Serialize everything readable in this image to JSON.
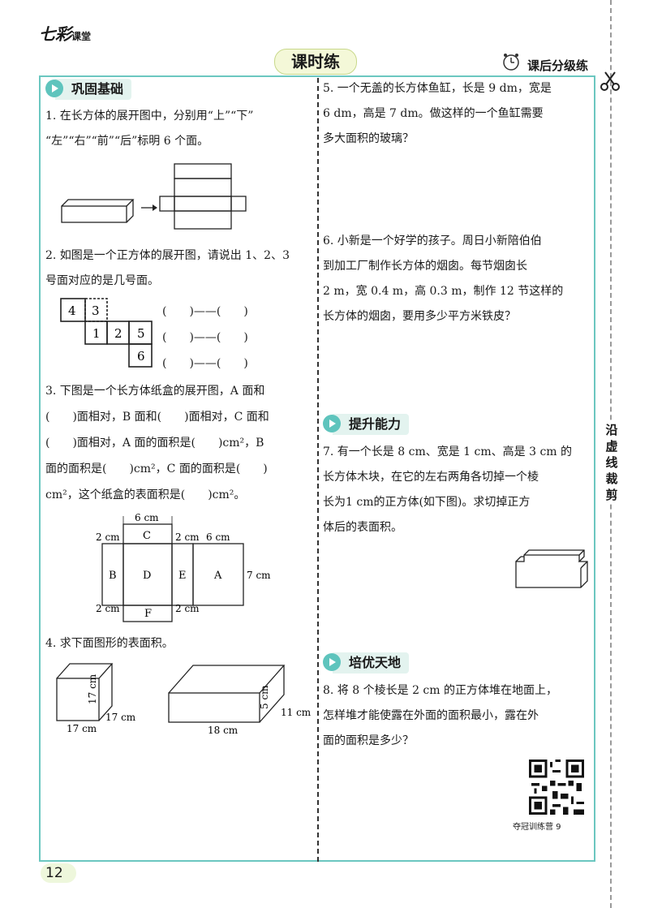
{
  "header": {
    "brand": "七彩",
    "brand_sub": "课堂",
    "title": "课时练",
    "level_tag": "课后分级练"
  },
  "sections": {
    "s1": "巩固基础",
    "s2": "提升能力",
    "s3": "培优天地"
  },
  "q1": {
    "line1": "1. 在长方体的展开图中，分别用“上”“下”",
    "line2": "“左”“右”“前”“后”标明 6 个面。"
  },
  "q2": {
    "line1": "2. 如图是一个正方体的展开图，请说出 1、2、3",
    "line2": "号面对应的是几号面。",
    "cells": [
      "4",
      "3",
      "1",
      "2",
      "5",
      "6"
    ],
    "pair": "(　　)——(　　)"
  },
  "q3": {
    "line1": "3. 下图是一个长方体纸盒的展开图，A 面和",
    "line2": "(　　)面相对，B 面和(　　)面相对，C 面和",
    "line3": "(　　)面相对，A 面的面积是(　　)cm²，B",
    "line4": "面的面积是(　　)cm²，C 面的面积是(　　)",
    "line5": "cm²，这个纸盒的表面积是(　　)cm²。",
    "labels": {
      "top": "6 cm",
      "c_left": "2 cm",
      "c_right": "2 cm",
      "a_top": "6 cm",
      "right": "7 cm",
      "f_left": "2 cm",
      "f_right": "2 cm",
      "B": "B",
      "C": "C",
      "D": "D",
      "E": "E",
      "A": "A",
      "F": "F"
    }
  },
  "q4": {
    "line1": "4. 求下面图形的表面积。",
    "cube": {
      "h": "17 cm",
      "d": "17 cm",
      "w": "17 cm"
    },
    "box": {
      "h": "5 cm",
      "d": "11 cm",
      "w": "18 cm"
    }
  },
  "q5": {
    "line1": "5. 一个无盖的长方体鱼缸，长是 9 dm，宽是",
    "line2": "6 dm，高是 7 dm。做这样的一个鱼缸需要",
    "line3": "多大面积的玻璃？"
  },
  "q6": {
    "line1": "6. 小新是一个好学的孩子。周日小新陪伯伯",
    "line2": "到加工厂制作长方体的烟囱。每节烟囱长",
    "line3": "2 m，宽 0.4 m，高 0.3 m，制作 12 节这样的",
    "line4": "长方体的烟囱，要用多少平方米铁皮？"
  },
  "q7": {
    "line1": "7. 有一个长是 8 cm、宽是 1 cm、高是 3 cm 的",
    "line2": "长方体木块，在它的左右两角各切掉一个棱",
    "line3": "长为1 cm的正方体(如下图)。求切掉正方",
    "line4": "体后的表面积。"
  },
  "q8": {
    "line1": "8. 将 8 个棱长是 2 cm 的正方体堆在地面上，",
    "line2": "怎样堆才能使露在外面的面积最小，露在外",
    "line3": "面的面积是多少？"
  },
  "qr_caption": "夺冠训练营 9",
  "cut_text": [
    "沿",
    "虚",
    "线",
    "裁",
    "剪"
  ],
  "page_number": "12"
}
